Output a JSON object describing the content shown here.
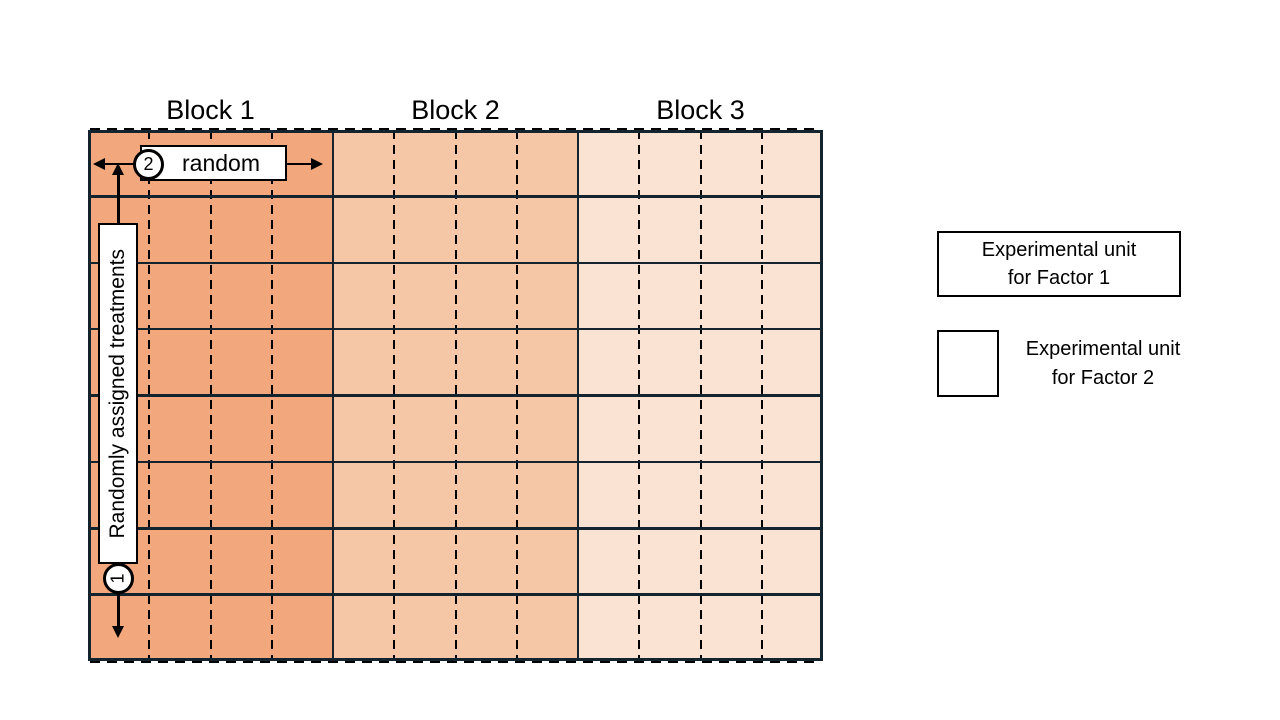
{
  "diagram": {
    "title_row": "block headers",
    "blocks": [
      {
        "label": "Block 1",
        "fill": "#F2A87C"
      },
      {
        "label": "Block 2",
        "fill": "#F6C7A6"
      },
      {
        "label": "Block 3",
        "fill": "#FBE3D3"
      }
    ],
    "rows": 8,
    "subcolumns_per_block": 4,
    "grid_line_color": "#13242F",
    "dash_line_color": "#000000"
  },
  "annotations": {
    "step2": {
      "number": "2",
      "label": "random"
    },
    "step1": {
      "number": "1",
      "label": "Randomly assigned treatments"
    }
  },
  "legend": {
    "fill": "#DCCEBF",
    "factor1": {
      "line1": "Experimental unit",
      "line2": "for Factor 1"
    },
    "factor2": {
      "line1": "Experimental unit",
      "line2": "for Factor 2"
    }
  }
}
